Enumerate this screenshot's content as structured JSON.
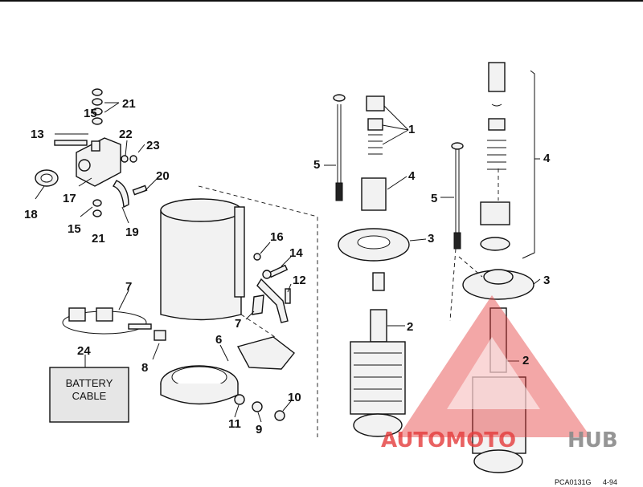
{
  "diagram": {
    "callouts": [
      {
        "id": "c21a",
        "text": "21"
      },
      {
        "id": "c15a",
        "text": "15"
      },
      {
        "id": "c13",
        "text": "13"
      },
      {
        "id": "c22",
        "text": "22"
      },
      {
        "id": "c23",
        "text": "23"
      },
      {
        "id": "c20",
        "text": "20"
      },
      {
        "id": "c17",
        "text": "17"
      },
      {
        "id": "c18",
        "text": "18"
      },
      {
        "id": "c15b",
        "text": "15"
      },
      {
        "id": "c21b",
        "text": "21"
      },
      {
        "id": "c19",
        "text": "19"
      },
      {
        "id": "c16",
        "text": "16"
      },
      {
        "id": "c14",
        "text": "14"
      },
      {
        "id": "c12",
        "text": "12"
      },
      {
        "id": "c7a",
        "text": "7"
      },
      {
        "id": "c7b",
        "text": "7"
      },
      {
        "id": "c8",
        "text": "8"
      },
      {
        "id": "c6",
        "text": "6"
      },
      {
        "id": "c24",
        "text": "24"
      },
      {
        "id": "c11",
        "text": "11"
      },
      {
        "id": "c9",
        "text": "9"
      },
      {
        "id": "c10",
        "text": "10"
      },
      {
        "id": "c5a",
        "text": "5"
      },
      {
        "id": "c1",
        "text": "1"
      },
      {
        "id": "c4a",
        "text": "4"
      },
      {
        "id": "c3a",
        "text": "3"
      },
      {
        "id": "c2a",
        "text": "2"
      },
      {
        "id": "c5b",
        "text": "5"
      },
      {
        "id": "c4b",
        "text": "4"
      },
      {
        "id": "c3b",
        "text": "3"
      },
      {
        "id": "c2b",
        "text": "2"
      }
    ],
    "battery_label_line1": "BATTERY",
    "battery_label_line2": "CABLE",
    "figure_code": "PCA0131G",
    "page_ref": "4-94"
  },
  "watermark": {
    "text_auto": "AUTOMOTO",
    "text_hub": "HUB",
    "color_primary": "#e43b3b",
    "color_secondary": "#8a8a8a"
  }
}
